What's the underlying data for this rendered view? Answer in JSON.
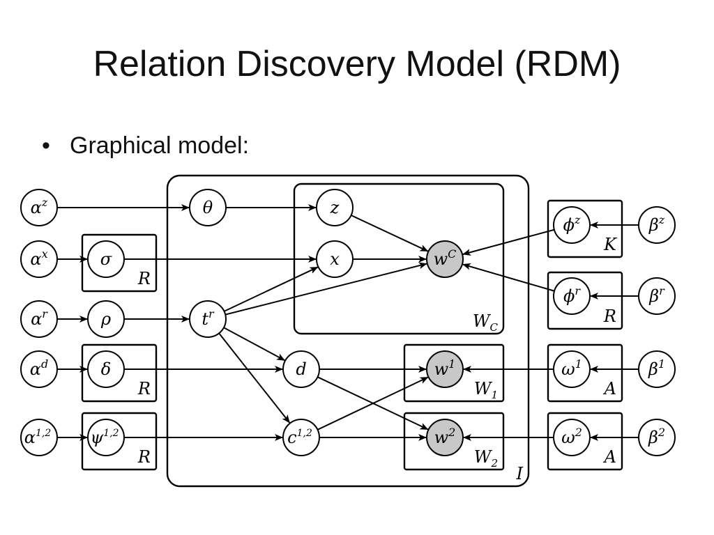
{
  "slide": {
    "title": "Relation Discovery Model (RDM)",
    "bullet": "Graphical model:"
  },
  "diagram": {
    "observed_fill": "#c8c8c8",
    "nodes": [
      {
        "id": "alpha_z",
        "label": "α",
        "sup": "z"
      },
      {
        "id": "alpha_x",
        "label": "α",
        "sup": "x"
      },
      {
        "id": "alpha_r",
        "label": "α",
        "sup": "r"
      },
      {
        "id": "alpha_d",
        "label": "α",
        "sup": "d"
      },
      {
        "id": "alpha_12",
        "label": "α",
        "sup": "1,2"
      },
      {
        "id": "sigma",
        "label": "σ",
        "sup": ""
      },
      {
        "id": "rho",
        "label": "ρ",
        "sup": ""
      },
      {
        "id": "delta",
        "label": "δ",
        "sup": ""
      },
      {
        "id": "psi_12",
        "label": "ψ",
        "sup": "1,2"
      },
      {
        "id": "theta",
        "label": "θ",
        "sup": ""
      },
      {
        "id": "t_r",
        "label": "t",
        "sup": "r"
      },
      {
        "id": "z",
        "label": "z",
        "sup": ""
      },
      {
        "id": "x",
        "label": "x",
        "sup": ""
      },
      {
        "id": "w_C",
        "label": "w",
        "sup": "C",
        "observed": true
      },
      {
        "id": "d",
        "label": "d",
        "sup": ""
      },
      {
        "id": "c_12",
        "label": "c",
        "sup": "1,2"
      },
      {
        "id": "w_1",
        "label": "w",
        "sup": "1",
        "observed": true
      },
      {
        "id": "w_2",
        "label": "w",
        "sup": "2",
        "observed": true
      },
      {
        "id": "phi_z",
        "label": "ϕ",
        "sup": "z"
      },
      {
        "id": "phi_r",
        "label": "ϕ",
        "sup": "r"
      },
      {
        "id": "omega_1",
        "label": "ω",
        "sup": "1"
      },
      {
        "id": "omega_2",
        "label": "ω",
        "sup": "2"
      },
      {
        "id": "beta_z",
        "label": "β",
        "sup": "z"
      },
      {
        "id": "beta_r",
        "label": "β",
        "sup": "r"
      },
      {
        "id": "beta_1",
        "label": "β",
        "sup": "1"
      },
      {
        "id": "beta_2",
        "label": "β",
        "sup": "2"
      }
    ],
    "plates": [
      {
        "id": "plate_sigma",
        "label": "R",
        "sub": ""
      },
      {
        "id": "plate_delta",
        "label": "R",
        "sub": ""
      },
      {
        "id": "plate_psi",
        "label": "R",
        "sub": ""
      },
      {
        "id": "plate_I",
        "label": "I",
        "sub": ""
      },
      {
        "id": "plate_WC",
        "label": "W",
        "sub": "C"
      },
      {
        "id": "plate_W1",
        "label": "W",
        "sub": "1"
      },
      {
        "id": "plate_W2",
        "label": "W",
        "sub": "2"
      },
      {
        "id": "plate_phi_z",
        "label": "K",
        "sub": ""
      },
      {
        "id": "plate_phi_r",
        "label": "R",
        "sub": ""
      },
      {
        "id": "plate_omega1",
        "label": "A",
        "sub": ""
      },
      {
        "id": "plate_omega2",
        "label": "A",
        "sub": ""
      }
    ],
    "edges": [
      [
        "alpha_z",
        "theta"
      ],
      [
        "theta",
        "z"
      ],
      [
        "z",
        "w_C"
      ],
      [
        "alpha_x",
        "sigma"
      ],
      [
        "sigma",
        "x"
      ],
      [
        "x",
        "w_C"
      ],
      [
        "alpha_r",
        "rho"
      ],
      [
        "rho",
        "t_r"
      ],
      [
        "t_r",
        "x"
      ],
      [
        "t_r",
        "w_C"
      ],
      [
        "t_r",
        "d"
      ],
      [
        "t_r",
        "c_12"
      ],
      [
        "alpha_d",
        "delta"
      ],
      [
        "delta",
        "d"
      ],
      [
        "d",
        "w_1"
      ],
      [
        "d",
        "w_2"
      ],
      [
        "alpha_12",
        "psi_12"
      ],
      [
        "psi_12",
        "c_12"
      ],
      [
        "c_12",
        "w_1"
      ],
      [
        "c_12",
        "w_2"
      ],
      [
        "beta_z",
        "phi_z"
      ],
      [
        "phi_z",
        "w_C"
      ],
      [
        "beta_r",
        "phi_r"
      ],
      [
        "phi_r",
        "w_C"
      ],
      [
        "beta_1",
        "omega_1"
      ],
      [
        "omega_1",
        "w_1"
      ],
      [
        "beta_2",
        "omega_2"
      ],
      [
        "omega_2",
        "w_2"
      ]
    ]
  }
}
